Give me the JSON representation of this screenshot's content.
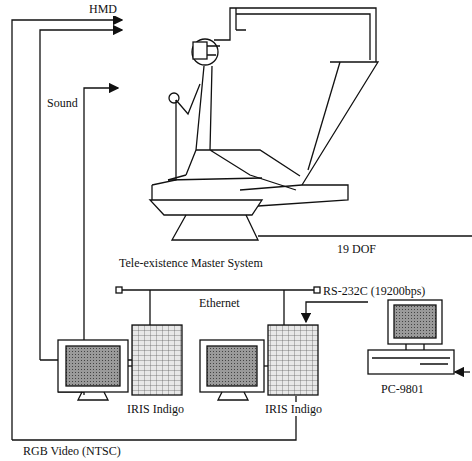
{
  "diagram": {
    "labels": [
      "HMD",
      "Sound",
      "Tele-existence Master System",
      "19 DOF",
      "Ethernet",
      "RS-232C (19200bps)",
      "IRIS Indigo",
      "IRIS Indigo",
      "PC-9801",
      "RGB Video (NTSC)"
    ]
  }
}
